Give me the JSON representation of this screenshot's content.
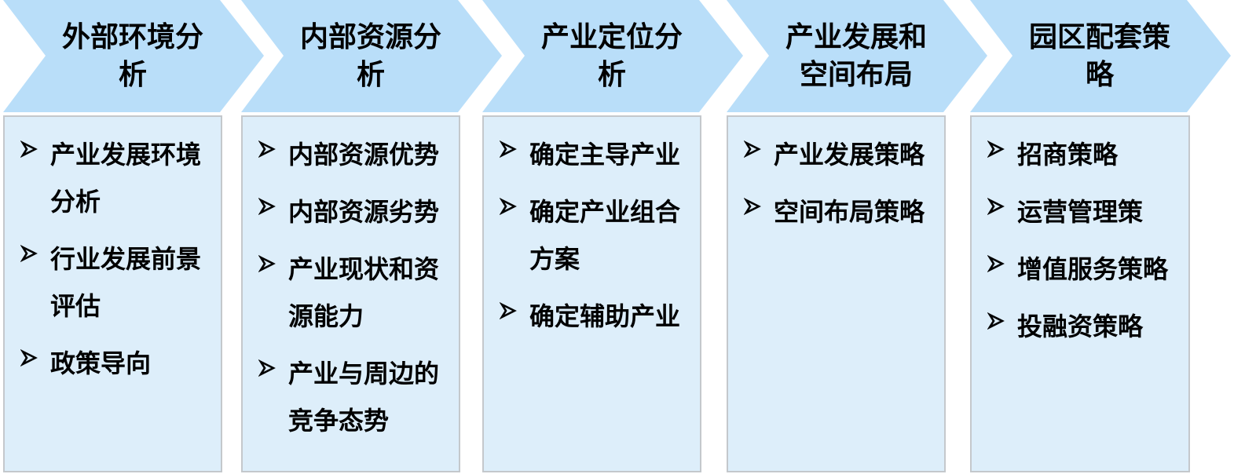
{
  "colors": {
    "chevron_fill": "#b9def9",
    "panel_fill": "#ddeefa",
    "panel_border": "#c4c8cc",
    "text": "#000000"
  },
  "columns": [
    {
      "title_lines": [
        "外部环境分",
        "析"
      ],
      "items": [
        {
          "lines": [
            "产业发展环境",
            "分析"
          ]
        },
        {
          "lines": [
            "行业发展前景",
            "评估"
          ]
        },
        {
          "lines": [
            "政策导向"
          ]
        }
      ]
    },
    {
      "title_lines": [
        "内部资源分",
        "析"
      ],
      "items": [
        {
          "lines": [
            "内部资源优势"
          ]
        },
        {
          "lines": [
            "内部资源劣势"
          ]
        },
        {
          "lines": [
            "产业现状和资",
            "源能力"
          ]
        },
        {
          "lines": [
            "产业与周边的",
            "竞争态势"
          ]
        }
      ]
    },
    {
      "title_lines": [
        "产业定位分",
        "析"
      ],
      "items": [
        {
          "lines": [
            "确定主导产业"
          ]
        },
        {
          "lines": [
            "确定产业组合",
            "方案"
          ]
        },
        {
          "lines": [
            "确定辅助产业"
          ]
        }
      ]
    },
    {
      "title_lines": [
        "产业发展和",
        "空间布局"
      ],
      "items": [
        {
          "lines": [
            "产业发展策略"
          ]
        },
        {
          "lines": [
            "空间布局策略"
          ]
        }
      ]
    },
    {
      "title_lines": [
        "园区配套策",
        "略"
      ],
      "items": [
        {
          "lines": [
            "招商策略"
          ]
        },
        {
          "lines": [
            "运营管理策"
          ]
        },
        {
          "lines": [
            "增值服务策略"
          ]
        },
        {
          "lines": [
            "投融资策略"
          ]
        }
      ]
    }
  ]
}
